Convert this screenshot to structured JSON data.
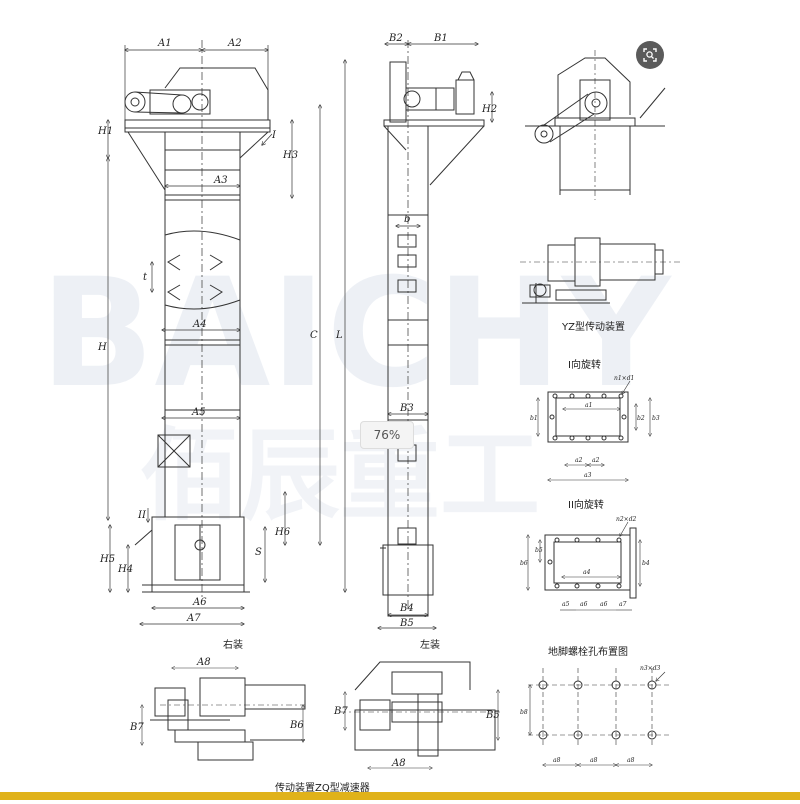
{
  "watermark": {
    "latin": "BAICHY",
    "chinese": "佰辰重工"
  },
  "zoom": {
    "label": "76%"
  },
  "labels": {
    "side_right": "右装",
    "side_left": "左装",
    "yz_drive": "YZ型传动装置",
    "view_i": "I向旋转",
    "view_ii": "II向旋转",
    "anchor_layout": "地脚螺栓孔布置图",
    "zq_drive": "传动装置ZQ型减速器"
  },
  "dims": {
    "A1": "A1",
    "A2": "A2",
    "A3": "A3",
    "A4": "A4",
    "A5": "A5",
    "A6": "A6",
    "A7": "A7",
    "A8": "A8",
    "B1": "B1",
    "B2": "B2",
    "B3": "B3",
    "B4": "B4",
    "B5": "B5",
    "B6": "B6",
    "B7": "B7",
    "H": "H",
    "H1": "H1",
    "H2": "H2",
    "H3": "H3",
    "H4": "H4",
    "H5": "H5",
    "H6": "H6",
    "C": "C",
    "L": "L",
    "S": "S",
    "t": "t",
    "b": "b",
    "I": "I",
    "II": "II",
    "a1": "a1",
    "a2": "a2",
    "a3": "a3",
    "a4": "a4",
    "a5": "a5",
    "a6": "a6",
    "a7": "a7",
    "a8": "a8",
    "b1": "b1",
    "b2": "b2",
    "b3": "b3",
    "b4": "b4",
    "b5": "b5",
    "b6": "b6",
    "b8": "b8",
    "n1d1": "n1×d1",
    "n2d2": "n2×d2",
    "n3d3": "n3×d3"
  },
  "colors": {
    "line": "#333333",
    "watermark": "#dfe5ee",
    "bar": "#e0b21a"
  }
}
